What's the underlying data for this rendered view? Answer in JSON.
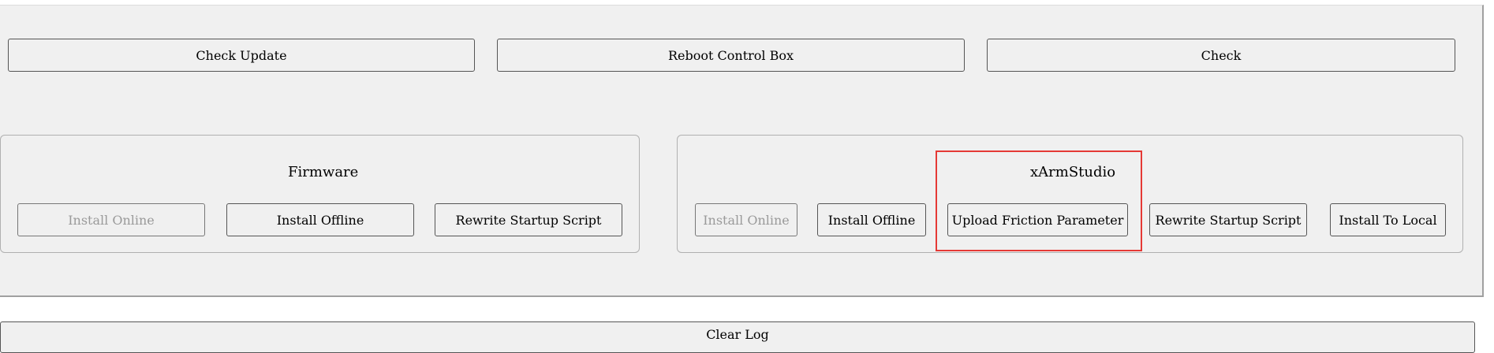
{
  "top_buttons": {
    "check_update": "Check Update",
    "reboot_control_box": "Reboot Control Box",
    "check": "Check"
  },
  "firmware": {
    "title": "Firmware",
    "install_online": "Install Online",
    "install_offline": "Install Offline",
    "rewrite_startup_script": "Rewrite Startup Script"
  },
  "xarmstudio": {
    "title": "xArmStudio",
    "install_online": "Install Online",
    "install_offline": "Install Offline",
    "upload_friction_parameter": "Upload Friction Parameter",
    "rewrite_startup_script": "Rewrite Startup Script",
    "install_to_local": "Install To Local"
  },
  "clear_log": "Clear Log",
  "colors": {
    "panel_bg": "#f0f0f0",
    "highlight": "#e53935",
    "disabled_text": "#9a9a9a"
  }
}
